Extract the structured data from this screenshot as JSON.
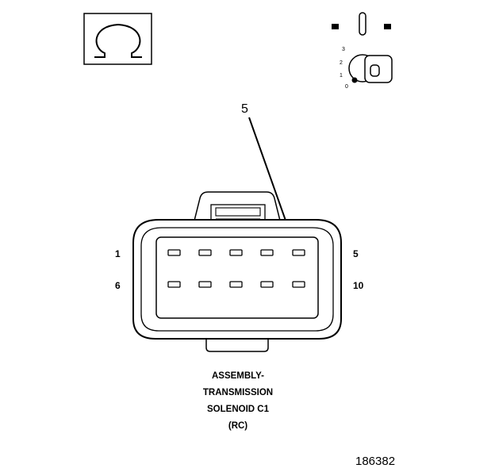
{
  "diagram": {
    "callout_label": "5",
    "pin_labels": {
      "top_left": "1",
      "top_right": "5",
      "bottom_left": "6",
      "bottom_right": "10"
    },
    "key_positions": [
      "3",
      "2",
      "1",
      "0"
    ],
    "caption_lines": [
      "ASSEMBLY-",
      "TRANSMISSION",
      "SOLENOID C1",
      "(RC)"
    ],
    "figure_number": "186382",
    "icons": {
      "meter": "ohm-symbol-icon",
      "ignition": "ignition-off-key-icon",
      "disconnect": "disconnected-connector-icon"
    }
  }
}
